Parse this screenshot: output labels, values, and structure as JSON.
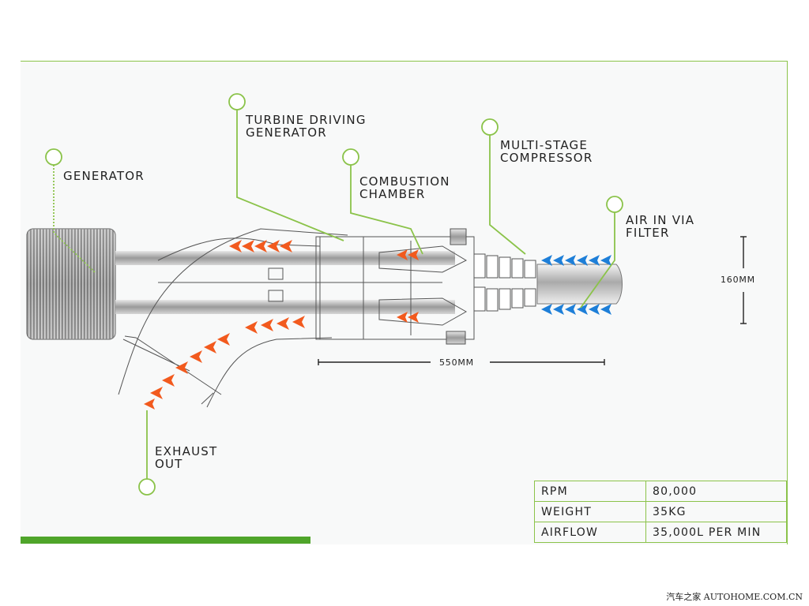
{
  "labels": {
    "generator": "GENERATOR",
    "turbine": [
      "TURBINE DRIVING",
      "GENERATOR"
    ],
    "combustion": [
      "COMBUSTION",
      "CHAMBER"
    ],
    "compressor": [
      "MULTI-STAGE",
      "COMPRESSOR"
    ],
    "air_in": [
      "AIR IN VIA",
      "FILTER"
    ],
    "exhaust": [
      "EXHAUST",
      "OUT"
    ]
  },
  "dimensions": {
    "height": "160MM",
    "length": "550MM"
  },
  "specs": [
    {
      "key": "RPM",
      "value": "80,000"
    },
    {
      "key": "WEIGHT",
      "value": "35KG"
    },
    {
      "key": "AIRFLOW",
      "value": "35,000L PER MIN"
    }
  ],
  "watermark": "汽车之家 AUTOHOME.COM.CN",
  "colors": {
    "accent": "#8bc34a",
    "bar": "#4fa52a",
    "hot": "#f25a1e",
    "cold": "#1e7fd8"
  }
}
